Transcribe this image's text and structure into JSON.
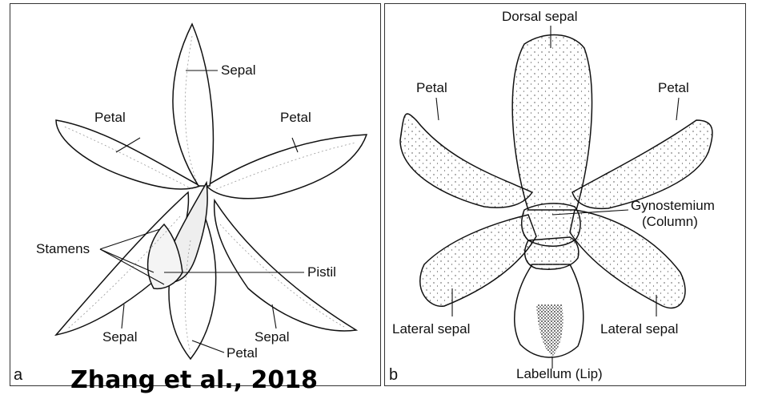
{
  "panel_a": {
    "letter": "a",
    "labels": {
      "sepal_top": "Sepal",
      "petal_left": "Petal",
      "petal_right": "Petal",
      "stamens": "Stamens",
      "pistil": "Pistil",
      "sepal_left": "Sepal",
      "sepal_right": "Sepal",
      "petal_bottom": "Petal"
    }
  },
  "panel_b": {
    "letter": "b",
    "labels": {
      "dorsal_sepal": "Dorsal sepal",
      "petal_left": "Petal",
      "petal_right": "Petal",
      "gynostemium": "Gynostemium",
      "column": "(Column)",
      "lateral_sepal_left": "Lateral sepal",
      "lateral_sepal_right": "Lateral sepal",
      "labellum": "Labellum (Lip)"
    }
  },
  "credit": "Zhang et al., 2018"
}
